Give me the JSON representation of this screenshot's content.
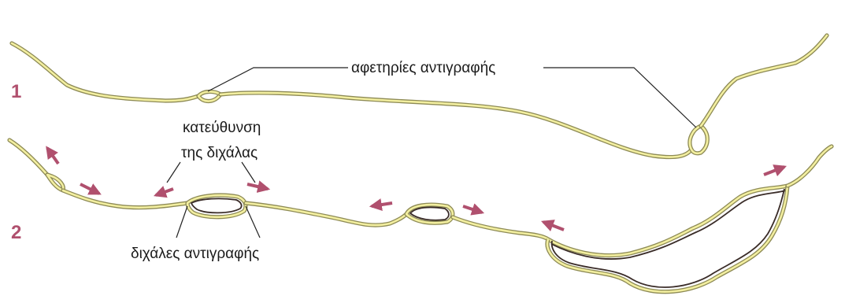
{
  "colors": {
    "strand": "#f3efa0",
    "strand_edge": "#8d8a55",
    "new_strand": "#3a2c28",
    "arrow": "#b0506e",
    "number": "#b0506e",
    "text": "#1b1b1b"
  },
  "labels": {
    "row1_number": "1",
    "row2_number": "2",
    "origins": "αφετηρίες αντιγραφής",
    "direction_line1": "κατεύθυνση",
    "direction_line2": "της διχάλας",
    "forks": "διχάλες αντιγραφής"
  }
}
